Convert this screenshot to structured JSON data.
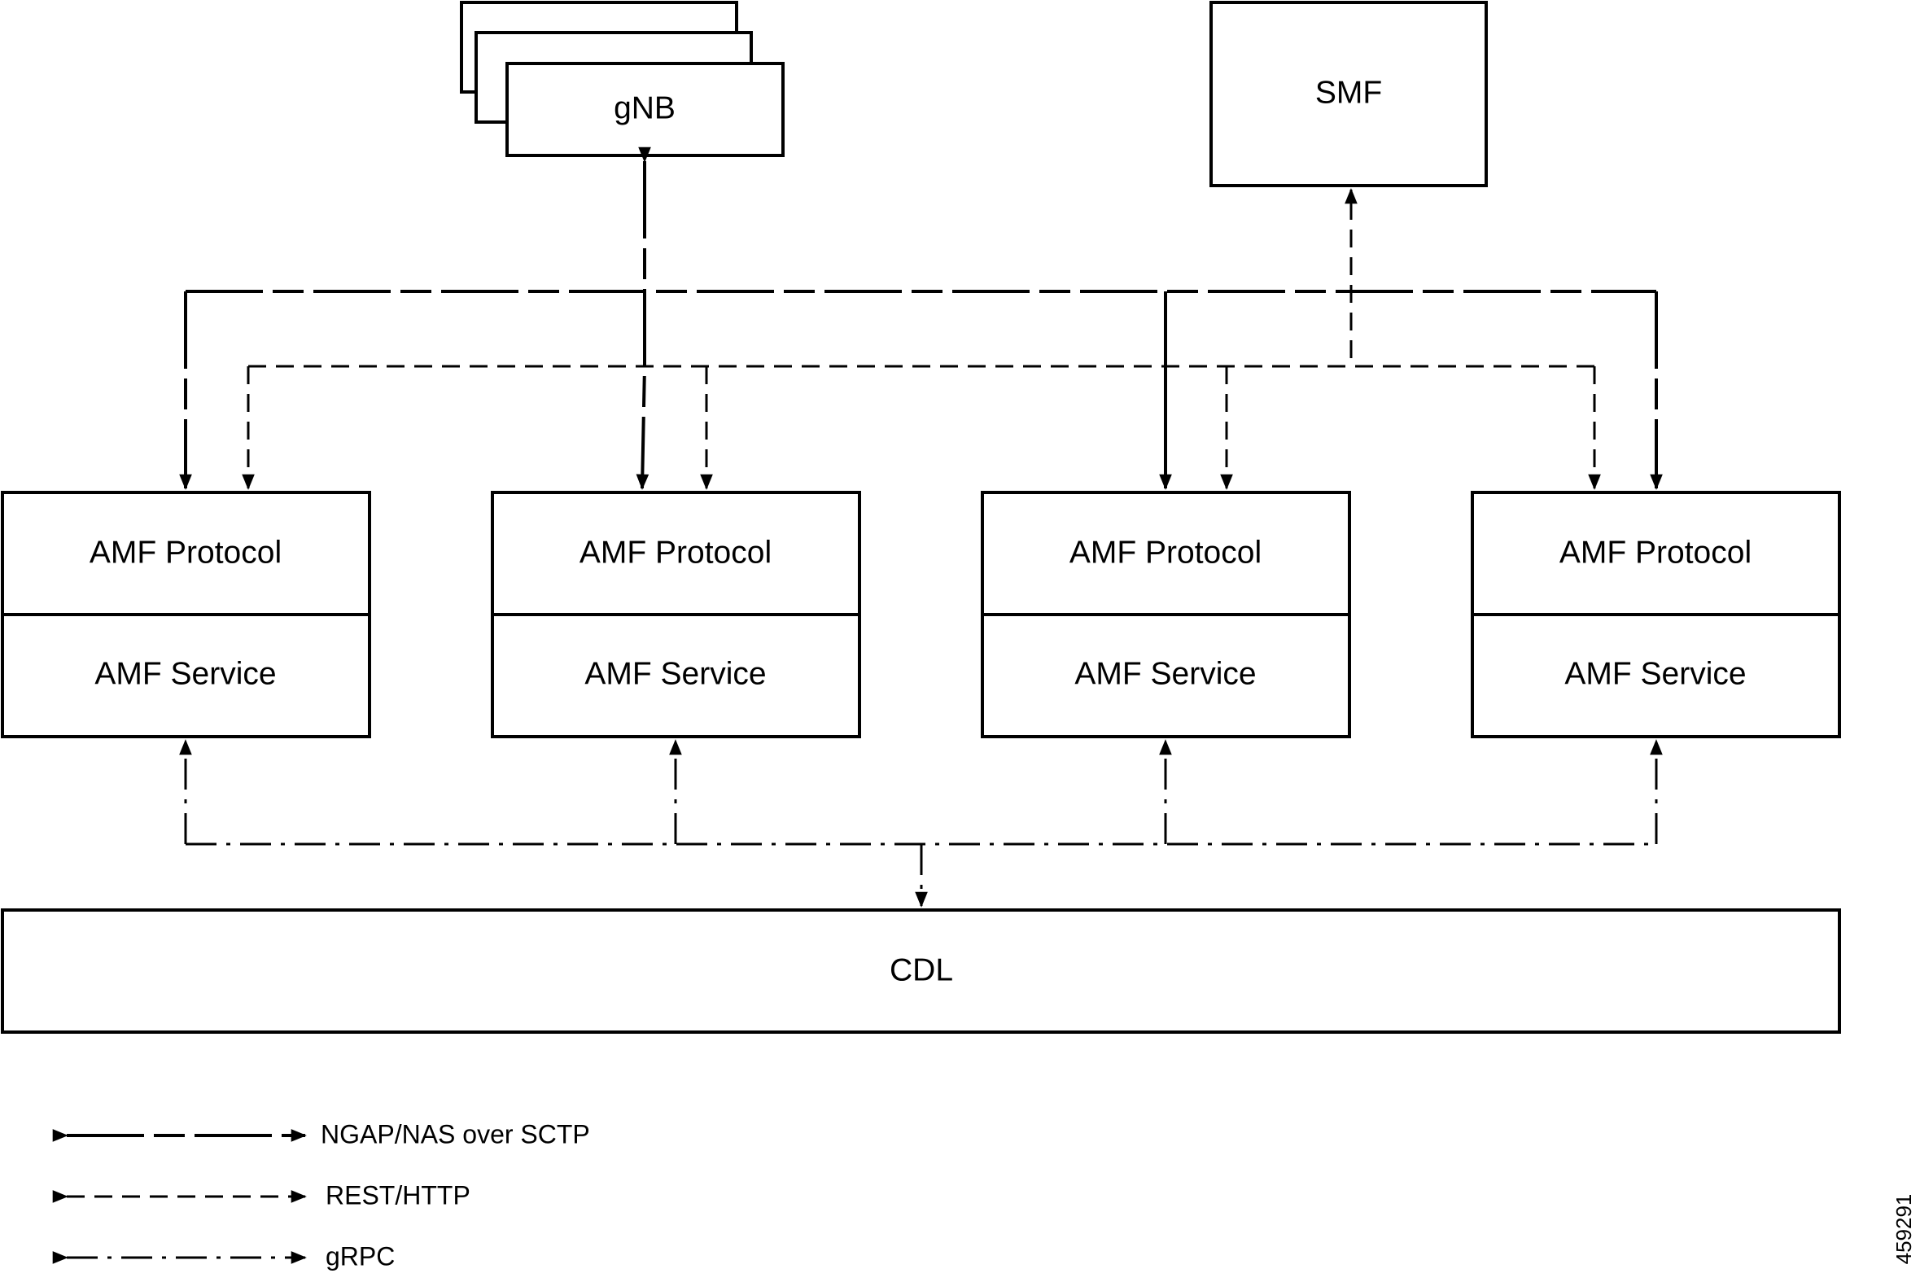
{
  "nodes": {
    "gnb": "gNB",
    "smf": "SMF",
    "amf_units": [
      {
        "protocol": "AMF Protocol",
        "service": "AMF Service"
      },
      {
        "protocol": "AMF Protocol",
        "service": "AMF Service"
      },
      {
        "protocol": "AMF Protocol",
        "service": "AMF Service"
      },
      {
        "protocol": "AMF Protocol",
        "service": "AMF Service"
      }
    ],
    "cdl": "CDL"
  },
  "legend": {
    "ngap": "NGAP/NAS over SCTP",
    "rest": "REST/HTTP",
    "grpc": "gRPC"
  },
  "figure_id": "459291",
  "colors": {
    "stroke": "#000000",
    "background": "#ffffff"
  }
}
